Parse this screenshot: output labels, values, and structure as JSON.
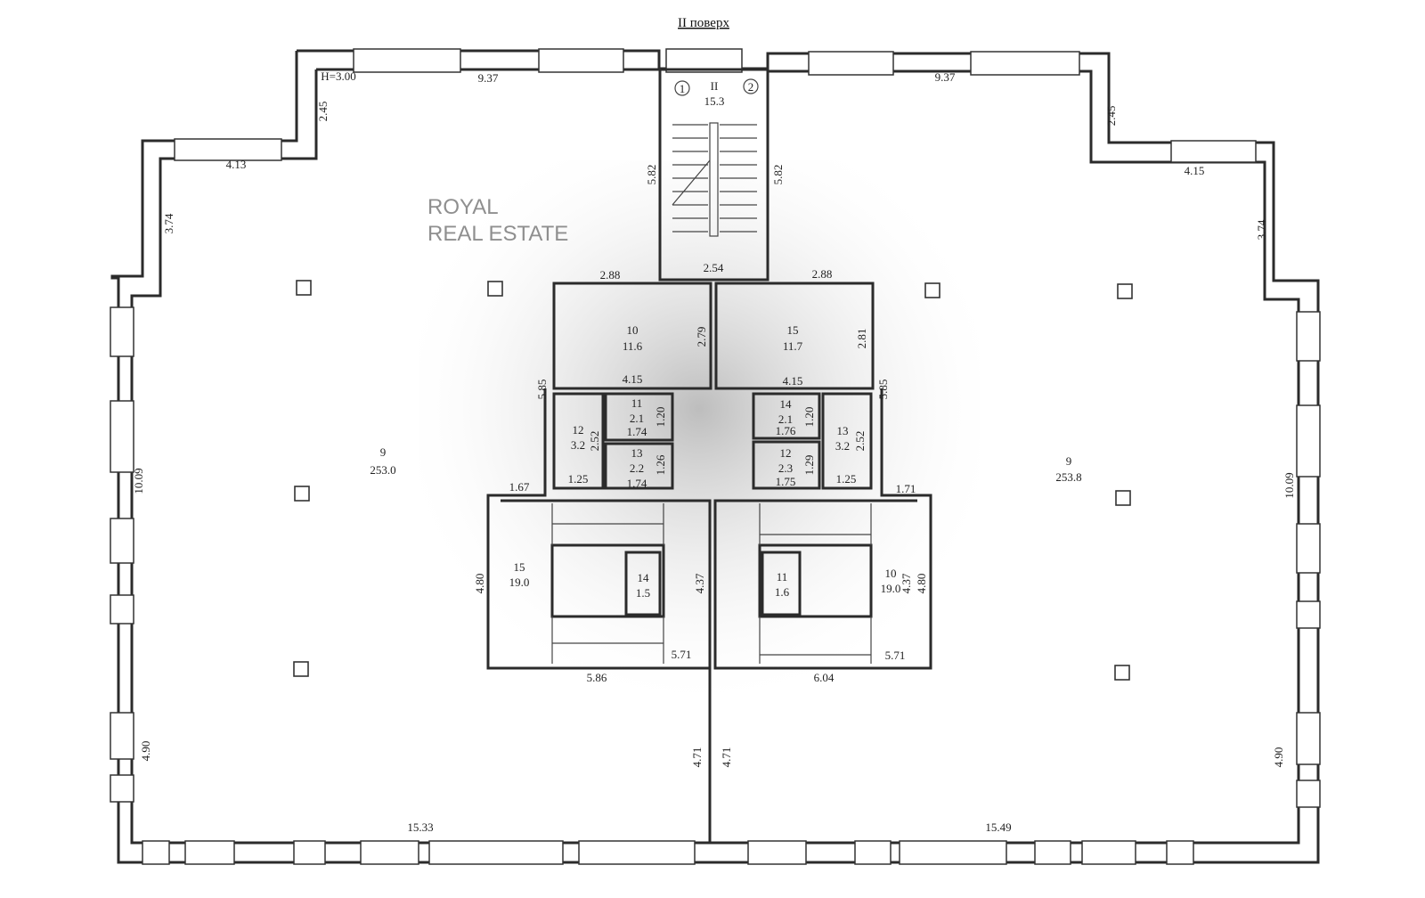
{
  "title": "II поверх",
  "height_note": "H=3.00",
  "watermark": {
    "line1": "ROYAL",
    "line2": "REAL ESTATE"
  },
  "axes": [
    "1",
    "2"
  ],
  "rooms": {
    "stair_top": {
      "num": "II",
      "area": "15.3"
    },
    "left_hall": {
      "num": "9",
      "area": "253.0"
    },
    "right_hall": {
      "num": "9",
      "area": "253.8"
    },
    "r10_top": {
      "num": "10",
      "area": "11.6"
    },
    "r15_top": {
      "num": "15",
      "area": "11.7"
    },
    "r11_left": {
      "num": "11",
      "area": "2.1"
    },
    "r12_left": {
      "num": "12",
      "area": "3.2"
    },
    "r13_left": {
      "num": "13",
      "area": "2.2"
    },
    "r14_right": {
      "num": "14",
      "area": "2.1"
    },
    "r12_right": {
      "num": "12",
      "area": "2.3"
    },
    "r13_right": {
      "num": "13",
      "area": "3.2"
    },
    "r15_stair": {
      "num": "15",
      "area": "19.0"
    },
    "r14_lift": {
      "num": "14",
      "area": "1.5"
    },
    "r11_lift": {
      "num": "11",
      "area": "1.6"
    },
    "r10_stair": {
      "num": "10",
      "area": "19.0"
    }
  },
  "dims": {
    "d937l": "9.37",
    "d937r": "9.37",
    "d245l": "2.45",
    "d245r": "2.45",
    "d413": "4.13",
    "d415r": "4.15",
    "d374l": "3.74",
    "d374r": "3.74",
    "d582l": "5.82",
    "d582r": "5.82",
    "d254": "2.54",
    "d288l": "2.88",
    "d288r": "2.88",
    "d279": "2.79",
    "d281": "2.81",
    "d415a": "4.15",
    "d415b": "4.15",
    "d585l": "5.85",
    "d585r": "5.85",
    "d120a": "1.20",
    "d174a": "1.74",
    "d252a": "2.52",
    "d126": "1.26",
    "d174b": "1.74",
    "d125a": "1.25",
    "d120b": "1.20",
    "d176": "1.76",
    "d129": "1.29",
    "d175": "1.75",
    "d252b": "2.52",
    "d125b": "1.25",
    "d167": "1.67",
    "d171": "1.71",
    "d480l": "4.80",
    "d480r": "4.80",
    "d437l": "4.37",
    "d437r": "4.37",
    "d571l": "5.71",
    "d571r": "5.71",
    "d586": "5.86",
    "d604": "6.04",
    "d1009l": "10.09",
    "d1009r": "10.09",
    "d471l": "4.71",
    "d471r": "4.71",
    "d490l": "4.90",
    "d490r": "4.90",
    "d1533": "15.33",
    "d1549": "15.49"
  }
}
